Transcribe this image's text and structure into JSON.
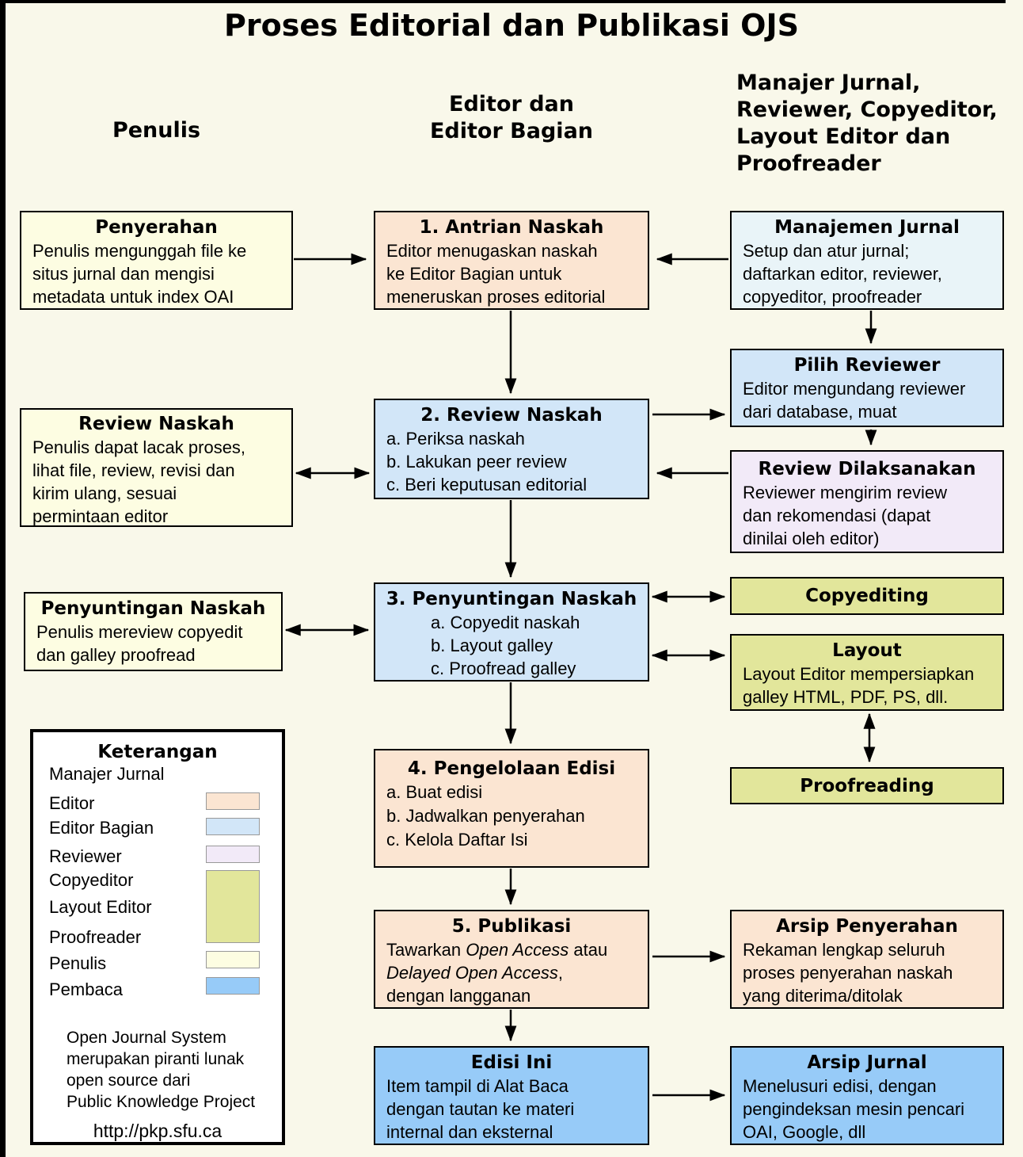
{
  "title": "Proses Editorial dan Publikasi OJS",
  "column_headers": {
    "penulis": "Penulis",
    "editor": "Editor dan\nEditor Bagian",
    "manajer": "Manajer Jurnal,\nReviewer, Copyeditor,\nLayout Editor dan\nProofreader"
  },
  "boxes": {
    "penyerahan": {
      "title": "Penyerahan",
      "body": "Penulis mengunggah file ke\nsitus jurnal dan mengisi\nmetadata untuk index OAI"
    },
    "review_naskah_penulis": {
      "title": "Review Naskah",
      "body": "Penulis dapat lacak proses,\nlihat file, review, revisi dan\nkirim ulang, sesuai\npermintaan editor"
    },
    "penyuntingan_naskah_penulis": {
      "title": "Penyuntingan Naskah",
      "body": "Penulis mereview copyedit\ndan galley proofread"
    },
    "antrian_naskah": {
      "title": "1. Antrian Naskah",
      "body": "Editor menugaskan naskah\nke Editor Bagian untuk\nmeneruskan proses editorial"
    },
    "review_naskah": {
      "title": "2. Review Naskah",
      "items": [
        "a. Periksa naskah",
        "b. Lakukan peer review",
        "c. Beri keputusan editorial"
      ]
    },
    "penyuntingan_naskah": {
      "title": "3. Penyuntingan Naskah",
      "items": [
        "a. Copyedit naskah",
        "b. Layout galley",
        "c. Proofread galley"
      ]
    },
    "pengelolaan_edisi": {
      "title": "4. Pengelolaan Edisi",
      "items": [
        "a. Buat edisi",
        "b. Jadwalkan penyerahan",
        "c. Kelola Daftar Isi"
      ]
    },
    "publikasi": {
      "title": "5. Publikasi",
      "body_part1": "Tawarkan ",
      "body_italic1": "Open Access",
      "body_part2": " atau\n",
      "body_italic2": "Delayed Open Access",
      "body_part3": ",\ndengan langganan"
    },
    "edisi_ini": {
      "title": "Edisi Ini",
      "body": "Item tampil di Alat Baca\ndengan tautan ke materi\ninternal dan eksternal"
    },
    "manajemen_jurnal": {
      "title": "Manajemen Jurnal",
      "body": "Setup dan atur jurnal;\ndaftarkan editor, reviewer,\ncopyeditor, proofreader"
    },
    "pilih_reviewer": {
      "title": "Pilih Reviewer",
      "body": "Editor mengundang reviewer\ndari database, muat"
    },
    "review_dilaksanakan": {
      "title": "Review Dilaksanakan",
      "body": "Reviewer mengirim review\ndan rekomendasi (dapat\ndinilai oleh editor)"
    },
    "copyediting": {
      "title": "Copyediting"
    },
    "layout": {
      "title": "Layout",
      "body": "Layout Editor mempersiapkan\ngalley HTML, PDF, PS, dll."
    },
    "proofreading": {
      "title": "Proofreading"
    },
    "arsip_penyerahan": {
      "title": "Arsip Penyerahan",
      "body": "Rekaman lengkap seluruh\nproses penyerahan naskah\nyang diterima/ditolak"
    },
    "arsip_jurnal": {
      "title": "Arsip Jurnal",
      "body": "Menelusuri edisi, dengan\npengindeksan mesin pencari\nOAI, Google, dll"
    }
  },
  "legend": {
    "title": "Keterangan",
    "items": [
      {
        "label": "Manajer Jurnal",
        "color": null
      },
      {
        "label": "Editor",
        "color": "#FBE5D2"
      },
      {
        "label": "Editor Bagian",
        "color": "#D2E6F8"
      },
      {
        "label": "Reviewer",
        "color": "#F2EAF8"
      },
      {
        "label": "Copyeditor",
        "color": "#E2E69B"
      },
      {
        "label": "Layout Editor",
        "color": "#E2E69B"
      },
      {
        "label": "Proofreader",
        "color": "#E2E69B"
      },
      {
        "label": "Penulis",
        "color": "#FDFDE2"
      },
      {
        "label": "Pembaca",
        "color": "#97CBF8"
      }
    ],
    "footer": "Open Journal System\nmerupakan piranti lunak\nopen source dari\nPublic Knowledge Project",
    "url": "http://pkp.sfu.ca"
  },
  "colors": {
    "background": "#F9F8EA",
    "penulis_box": "#FDFDE2",
    "editor_box": "#FBE5D2",
    "editor_bagian_box": "#D2E6F8",
    "manajer_jurnal_box": "#E9F4F8",
    "reviewer_box": "#F2EAF8",
    "copyeditor_layout_proofreader_box": "#E2E69B",
    "pembaca_box": "#97CBF8",
    "border": "#000000"
  }
}
